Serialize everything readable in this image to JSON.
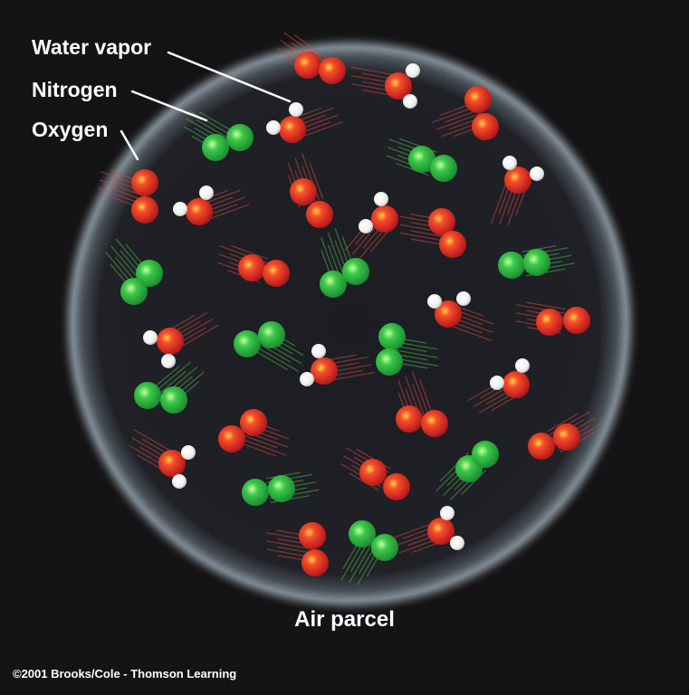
{
  "labels": {
    "water_vapor": "Water vapor",
    "nitrogen": "Nitrogen",
    "oxygen": "Oxygen",
    "air_parcel": "Air parcel",
    "credit": "©2001 Brooks/Cole - Thomson Learning"
  },
  "colors": {
    "background": "#141416",
    "parcel_glow": "#c8d6dc",
    "oxygen_atom": "#e0281e",
    "nitrogen_atom": "#3cc84a",
    "hydrogen_atom": "#ffffff",
    "oxygen_trail": "#c84646",
    "nitrogen_trail": "#50aa55"
  }
}
